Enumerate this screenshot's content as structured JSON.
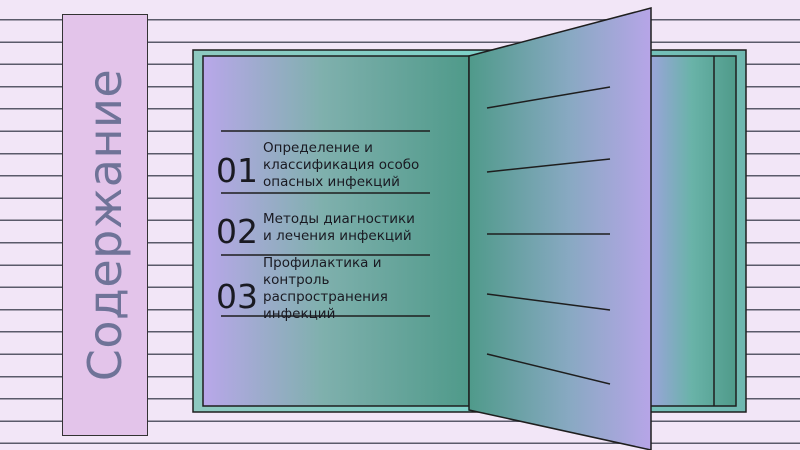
{
  "slide": {
    "title": "Содержание",
    "colors": {
      "background": "#f2e6f7",
      "title_band": "#e3c4ea",
      "title_text": "#6f7398",
      "book_purple": "#b8a6e8",
      "book_teal": "#4f9a8a"
    }
  },
  "toc": {
    "items": [
      {
        "number": "01",
        "text": "Определение и классификация особо опасных инфекций"
      },
      {
        "number": "02",
        "text": "Методы диагностики и лечения инфекций"
      },
      {
        "number": "03",
        "text": "Профилактика и контроль распространения инфекций"
      }
    ]
  },
  "icons": {
    "book": "open-book-illustration"
  }
}
